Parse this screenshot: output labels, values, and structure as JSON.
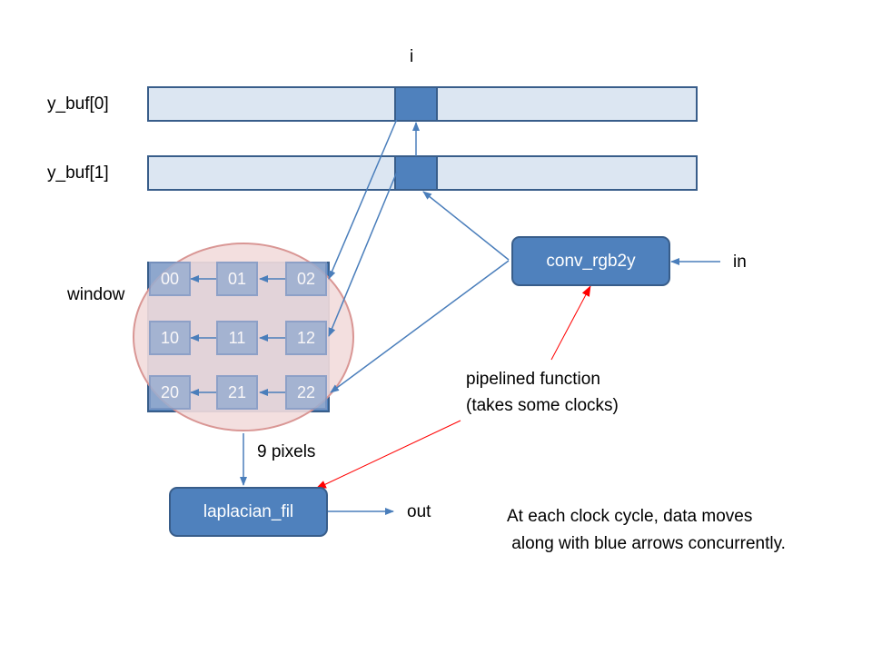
{
  "labels": {
    "index_i": "i",
    "y_buf0": "y_buf[0]",
    "y_buf1": "y_buf[1]",
    "window": "window",
    "input": "in",
    "output": "out",
    "nine_pixels": "9 pixels",
    "pipelined_line1": "pipelined function",
    "pipelined_line2": "(takes some clocks)",
    "note_line1": "At each clock cycle, data moves",
    "note_line2": " along with blue arrows concurrently."
  },
  "blocks": {
    "conv": "conv_rgb2y",
    "laplacian": "laplacian_fil"
  },
  "window_cells": [
    "00",
    "01",
    "02",
    "10",
    "11",
    "12",
    "20",
    "21",
    "22"
  ],
  "colors": {
    "buffer_fill": "#dce6f2",
    "buffer_border": "#385d8a",
    "active_cell": "#4f81bd",
    "block_fill": "#4f81bd",
    "arrow_blue": "#4a7ebb",
    "arrow_red": "#ff0000",
    "ellipse_fill": "#f2dcdb",
    "ellipse_border": "#d99694"
  }
}
